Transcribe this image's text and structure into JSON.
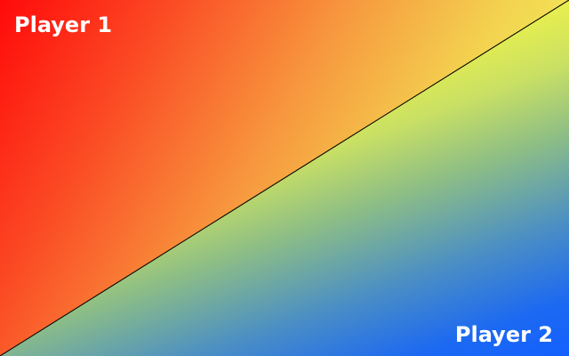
{
  "players": {
    "player1": {
      "label": "Player 1"
    },
    "player2": {
      "label": "Player 2"
    }
  },
  "colors": {
    "player1_accent": "#ff0a0a",
    "player2_accent": "#1460ff",
    "middle_yellow": "#ffff2a",
    "divider_line": "#000000",
    "label_text": "#ffffff"
  },
  "icons": {
    "divider": "diagonal-line"
  }
}
